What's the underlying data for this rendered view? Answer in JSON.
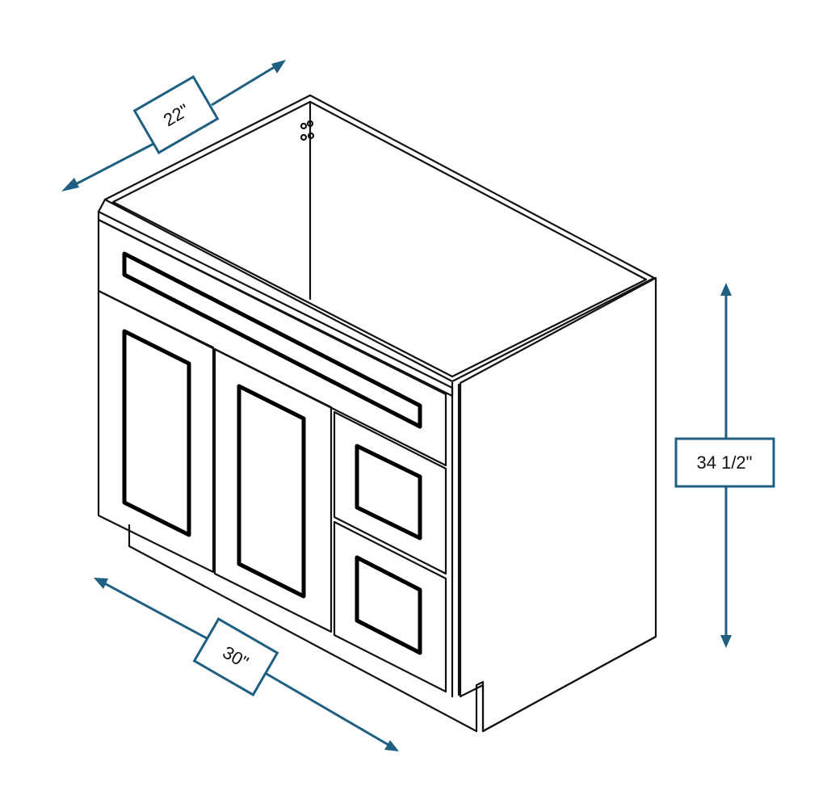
{
  "diagram": {
    "subject": "Vanity sink base cabinet, 2 doors + 2 drawers on right",
    "colors": {
      "dimension_line": "#1f5f82",
      "outline": "#111111",
      "background": "#ffffff"
    },
    "dimensions": {
      "depth": {
        "label": "22\""
      },
      "width": {
        "label": "30\""
      },
      "height": {
        "label": "34 1/2\""
      }
    }
  }
}
